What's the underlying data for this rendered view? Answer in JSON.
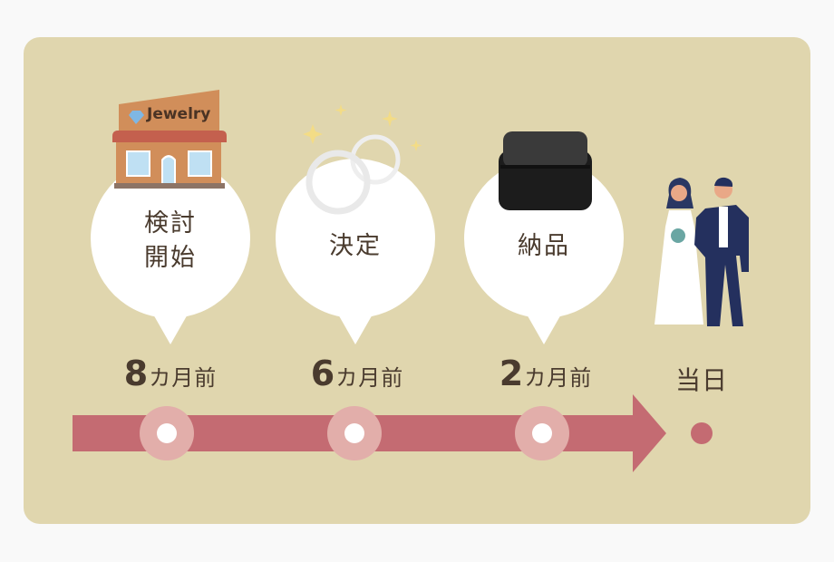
{
  "steps": [
    {
      "label_line1": "検討",
      "label_line2": "開始",
      "time_num": "8",
      "time_unit": "カ月前"
    },
    {
      "label": "決定",
      "time_num": "6",
      "time_unit": "カ月前"
    },
    {
      "label": "納品",
      "time_num": "2",
      "time_unit": "カ月前"
    },
    {
      "time_label": "当日"
    }
  ],
  "shop_sign": "Jewelry",
  "colors": {
    "background": "#e0d6ae",
    "arrow": "#c46b72",
    "marker": "#e2aeaa",
    "text": "#4a3b2e"
  }
}
